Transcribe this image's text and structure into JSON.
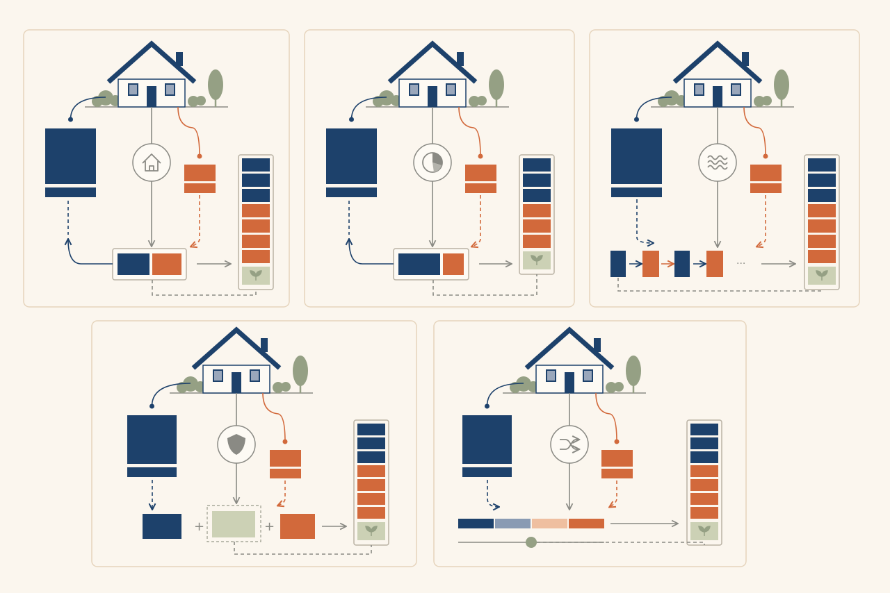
{
  "colors": {
    "background": "#fbf6ee",
    "panel_border": "#e6d4bc",
    "navy": "#1d416b",
    "orange": "#d2693b",
    "sage": "#95a084",
    "sage_light": "#ccd1b5",
    "grey_line": "#8a8a84",
    "slate": "#8a9bb3",
    "peach": "#efbfa0"
  },
  "panels": [
    {
      "variant": "home-swap",
      "center_icon": "home-icon"
    },
    {
      "variant": "allocation",
      "center_icon": "pie-chart-icon"
    },
    {
      "variant": "streaming",
      "center_icon": "waves-icon"
    },
    {
      "variant": "protected-bridge",
      "center_icon": "shield-icon"
    },
    {
      "variant": "shuffle-timeline",
      "center_icon": "shuffle-icon"
    }
  ],
  "sequence_ellipsis": "···",
  "plus_sign": "+"
}
